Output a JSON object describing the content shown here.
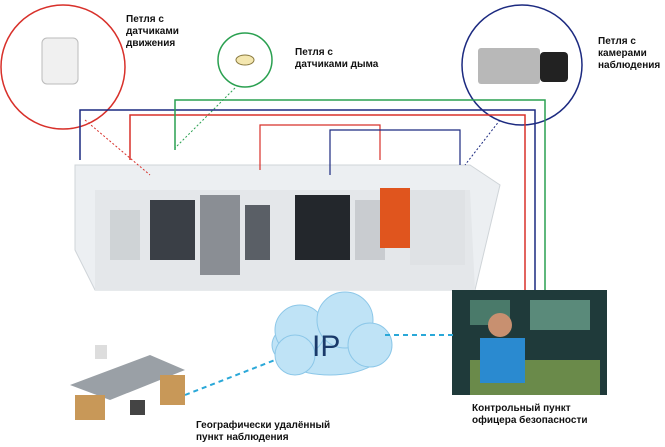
{
  "labels": {
    "motion": "Петля с\nдатчиками\nдвижения",
    "smoke": "Петля с\nдатчиками дыма",
    "cameras": "Петля с\nкамерами\nнаблюдения",
    "remote": "Географически удалённый\nпункт наблюдения",
    "control": "Контрольный пункт\nофицера безопасности",
    "ip": "IP"
  },
  "colors": {
    "motion_loop": "#d8302a",
    "smoke_loop": "#2aa050",
    "camera_loop": "#1c2a80",
    "network": "#2aa8d8"
  }
}
